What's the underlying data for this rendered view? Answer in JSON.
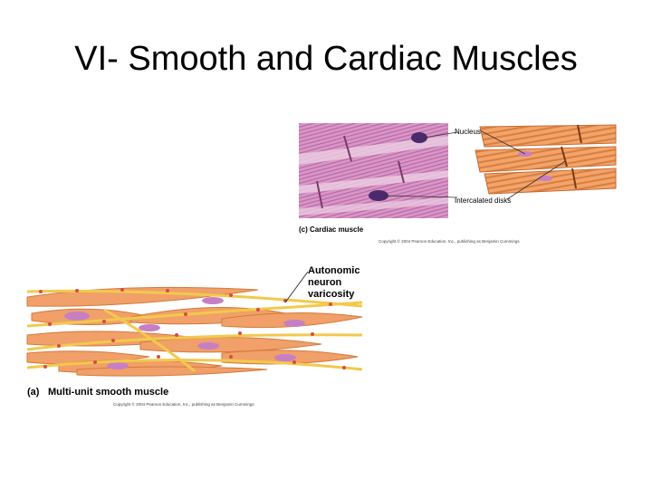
{
  "slide": {
    "title": "VI- Smooth and Cardiac Muscles"
  },
  "cardiac": {
    "caption": "(c) Cardiac muscle",
    "label_nucleus": "Nucleus",
    "label_disks": "Intercalated disks",
    "copyright": "Copyright © 2004 Pearson Education, Inc., publishing as Benjamin Cummings"
  },
  "smooth": {
    "caption_letter": "(a)",
    "caption_text": "Multi-unit smooth muscle",
    "label_line1": "Autonomic",
    "label_line2": "neuron",
    "label_line3": "varicosity",
    "copyright": "Copyright © 2004 Pearson Education, Inc., publishing as Benjamin Cummings"
  },
  "colors": {
    "micrograph": "#d48fc0",
    "cell_orange": "#f0a068",
    "nucleus": "#c77fc4",
    "neuron": "#f2c94c"
  }
}
